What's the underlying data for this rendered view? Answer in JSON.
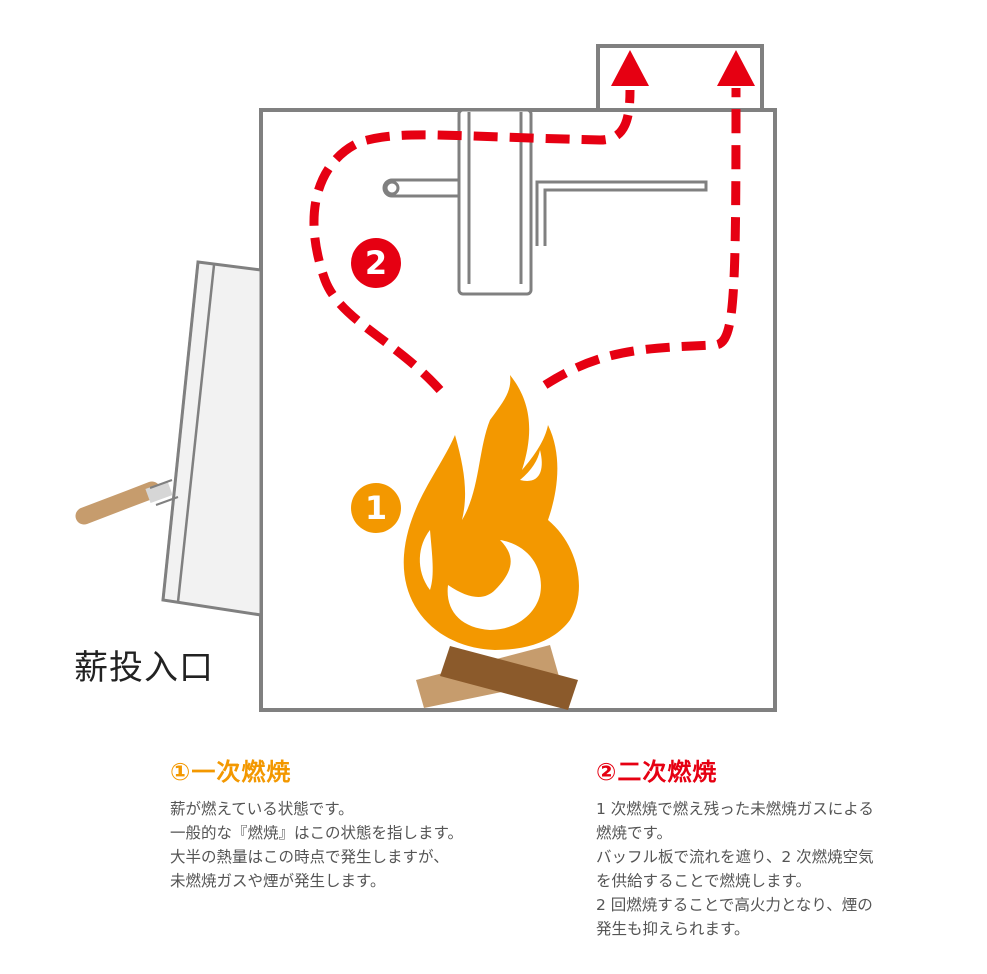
{
  "colors": {
    "primary_accent": "#f39800",
    "secondary_accent": "#e60012",
    "stove_outline": "#808080",
    "log": "#c69c6d"
  },
  "diagram": {
    "inlet_label": "薪投入口",
    "badge_1": "1",
    "badge_2": "2"
  },
  "section_1": {
    "title": "①一次燃焼",
    "lines": [
      "薪が燃えている状態です。",
      "一般的な『燃焼』はこの状態を指します。",
      "大半の熱量はこの時点で発生しますが、",
      "未燃焼ガスや煙が発生します。"
    ]
  },
  "section_2": {
    "title": "②二次燃焼",
    "lines": [
      "1 次燃焼で燃え残った未燃焼ガスによる",
      "燃焼です。",
      "バッフル板で流れを遮り、2 次燃焼空気",
      "を供給することで燃焼します。",
      "2 回燃焼することで高火力となり、煙の",
      "発生も抑えられます。"
    ]
  }
}
